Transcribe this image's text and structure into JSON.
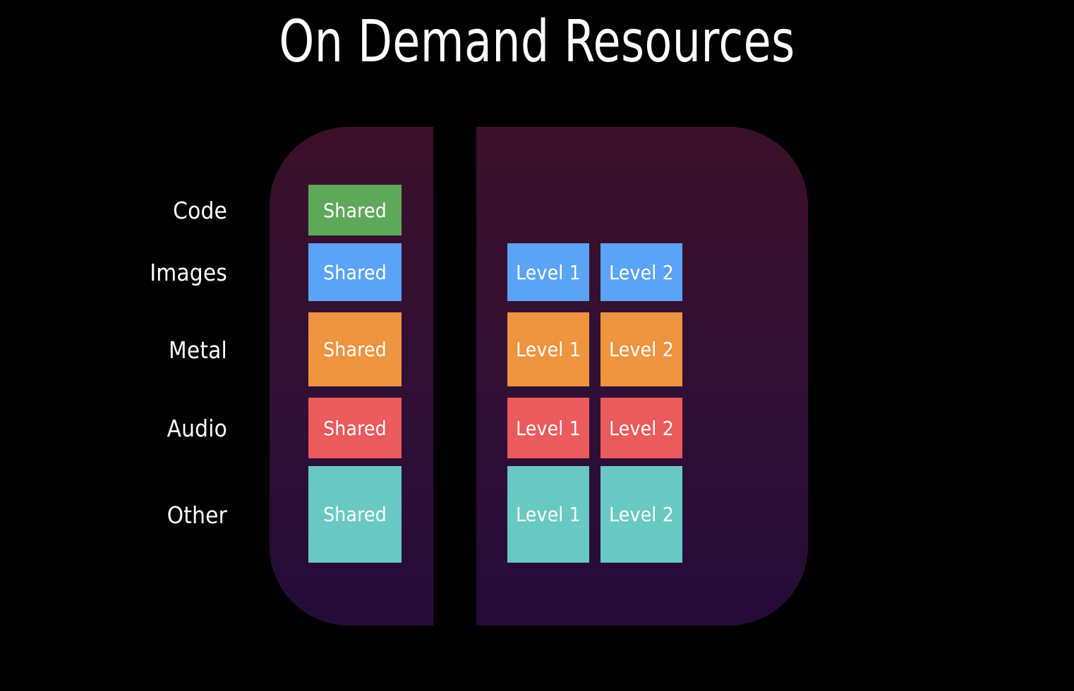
{
  "slide": {
    "title": "On Demand Resources",
    "background_color": "#000000",
    "title_color": "#ffffff"
  },
  "panels": [
    {
      "name": "shared-panel",
      "gradient_top": "#3b1029",
      "gradient_bottom": "#250c39"
    },
    {
      "name": "levels-panel",
      "gradient_top": "#3b1029",
      "gradient_bottom": "#250c39"
    }
  ],
  "columns": [
    {
      "key": "shared",
      "label": "Shared"
    },
    {
      "key": "level1",
      "label": "Level 1"
    },
    {
      "key": "level2",
      "label": "Level 2"
    }
  ],
  "rows": [
    {
      "label": "Code",
      "color": "#5ea85a",
      "cells": {
        "shared": "Shared",
        "level1": null,
        "level2": null
      }
    },
    {
      "label": "Images",
      "color": "#5ba3f7",
      "cells": {
        "shared": "Shared",
        "level1": "Level 1",
        "level2": "Level 2"
      }
    },
    {
      "label": "Metal",
      "color": "#ee9440",
      "cells": {
        "shared": "Shared",
        "level1": "Level 1",
        "level2": "Level 2"
      }
    },
    {
      "label": "Audio",
      "color": "#eb5a5c",
      "cells": {
        "shared": "Shared",
        "level1": "Level 1",
        "level2": "Level 2"
      }
    },
    {
      "label": "Other",
      "color": "#68c9c2",
      "cells": {
        "shared": "Shared",
        "level1": "Level 1",
        "level2": "Level 2"
      }
    }
  ]
}
